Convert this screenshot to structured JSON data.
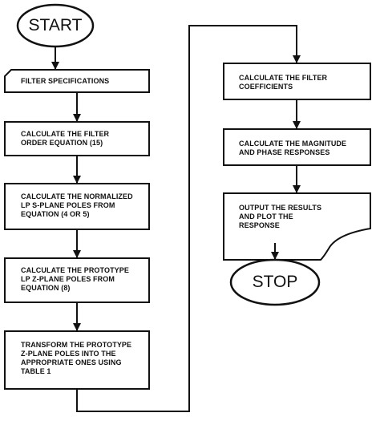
{
  "start": {
    "label": "START"
  },
  "stop": {
    "label": "STOP"
  },
  "steps": [
    {
      "lines": [
        "FILTER SPECIFICATIONS"
      ]
    },
    {
      "lines": [
        "CALCULATE THE FILTER",
        "ORDER EQUATION (15)"
      ]
    },
    {
      "lines": [
        "CALCULATE THE NORMALIZED",
        "LP s-PLANE POLES FROM",
        "EQUATION (4 or 5)"
      ]
    },
    {
      "lines": [
        "CALCULATE THE PROTOTYPE",
        "LP Z-PLANE POLES FROM",
        "EQUATION (8)"
      ]
    },
    {
      "lines": [
        "TRANSFORM THE PROTOTYPE",
        "Z-PLANE POLES INTO THE",
        "APPROPRIATE ONES USING",
        "TABLE 1"
      ]
    },
    {
      "lines": [
        "CALCULATE THE FILTER",
        "COEFFICIENTS"
      ]
    },
    {
      "lines": [
        "CALCULATE THE MAGNITUDE",
        "AND PHASE RESPONSES"
      ]
    },
    {
      "lines": [
        "OUTPUT THE RESULTS",
        "AND PLOT THE",
        "RESPONSE"
      ]
    }
  ],
  "colors": {
    "ink": "#111111",
    "paper": "#ffffff"
  }
}
